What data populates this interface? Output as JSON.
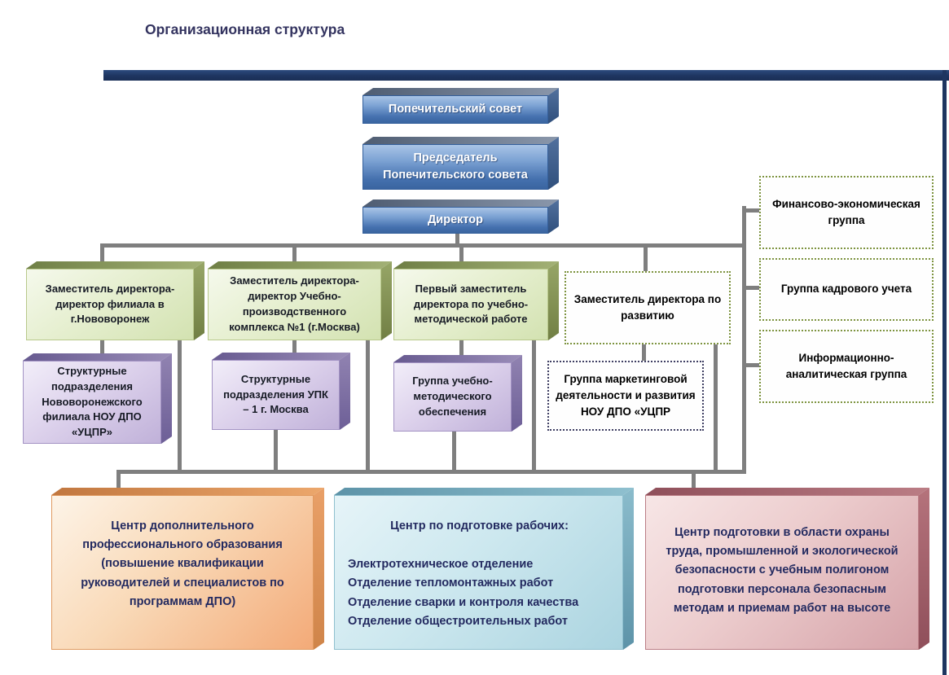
{
  "header": {
    "title": "Организационная структура"
  },
  "nodes": {
    "b1": {
      "label": "Попечительский совет"
    },
    "b2": {
      "label": "Председатель Попечительского совета"
    },
    "b3": {
      "label": "Директор"
    },
    "g1": {
      "label": "Заместитель директора-директор филиала в г.Нововоронеж"
    },
    "g2": {
      "label": "Заместитель директора-директор Учебно-производственного комплекса №1 (г.Москва)"
    },
    "g3": {
      "label": "Первый заместитель директора по учебно-методической работе"
    },
    "d1": {
      "label": "Заместитель директора по развитию"
    },
    "r1": {
      "label": "Финансово-экономическая группа"
    },
    "r2": {
      "label": "Группа кадрового учета"
    },
    "r3": {
      "label": "Информационно-аналитическая группа"
    },
    "p1": {
      "label": "Структурные подразделения Нововоронежского филиала НОУ ДПО «УЦПР»"
    },
    "p2": {
      "label": "Структурные подразделения УПК – 1 г. Москва"
    },
    "p3": {
      "label": "Группа учебно-методического обеспечения"
    },
    "m1": {
      "label": "Группа маркетинговой деятельности и развития НОУ ДПО «УЦПР"
    },
    "o1": {
      "label": "Центр дополнительного профессионального образования (повышение квалификации руководителей и специалистов по программам ДПО)"
    },
    "bl1": {
      "title": "Центр  по подготовке рабочих:",
      "items": [
        "Электротехническое отделение",
        "Отделение тепломонтажных работ",
        "Отделение сварки и контроля качества",
        "Отделение общестроительных работ"
      ]
    },
    "rd1": {
      "label": "Центр подготовки в области охраны труда, промышленной и экологической безопасности с учебным полигоном подготовки персонала безопасным методам и приемам  работ на высоте"
    }
  }
}
